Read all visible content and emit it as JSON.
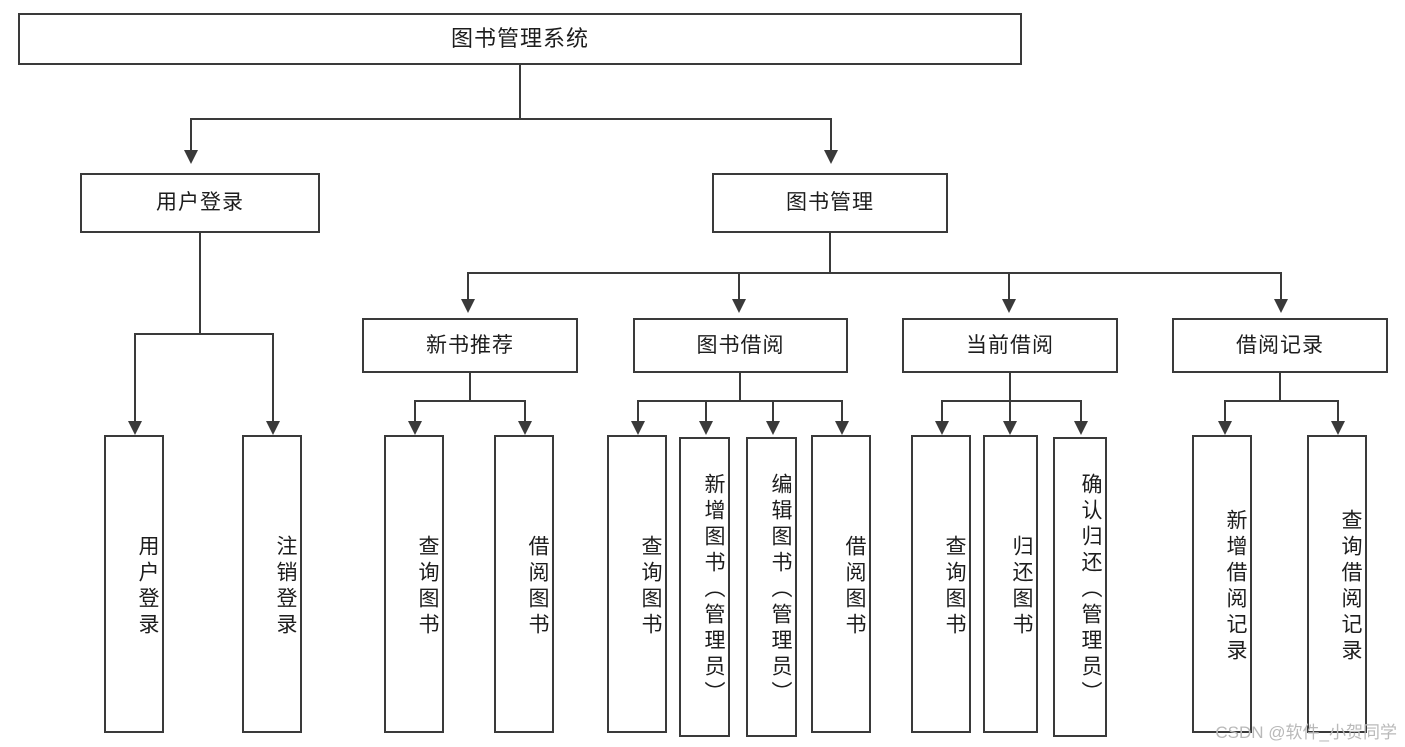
{
  "diagram": {
    "title": "图书管理系统",
    "type": "tree",
    "watermark": "CSDN @软件_小贺同学",
    "root": {
      "label": "图书管理系统"
    },
    "level2": [
      {
        "label": "用户登录"
      },
      {
        "label": "图书管理"
      }
    ],
    "level3": [
      {
        "label": "新书推荐"
      },
      {
        "label": "图书借阅"
      },
      {
        "label": "当前借阅"
      },
      {
        "label": "借阅记录"
      }
    ],
    "leaves": {
      "user_login": [
        {
          "label": "用户登录"
        },
        {
          "label": "注销登录"
        }
      ],
      "new_book_recommend": [
        {
          "label": "查询图书"
        },
        {
          "label": "借阅图书"
        }
      ],
      "book_borrow": [
        {
          "label": "查询图书"
        },
        {
          "label": "新增图书（管理员）"
        },
        {
          "label": "编辑图书（管理员）"
        },
        {
          "label": "借阅图书"
        }
      ],
      "current_borrow": [
        {
          "label": "查询图书"
        },
        {
          "label": "归还图书"
        },
        {
          "label": "确认归还（管理员）"
        }
      ],
      "borrow_record": [
        {
          "label": "新增借阅记录"
        },
        {
          "label": "查询借阅记录"
        }
      ]
    },
    "colors": {
      "stroke": "#3a3a3a",
      "background": "#ffffff",
      "text": "#1d1d1d",
      "watermark": "#b9b9b9"
    }
  }
}
